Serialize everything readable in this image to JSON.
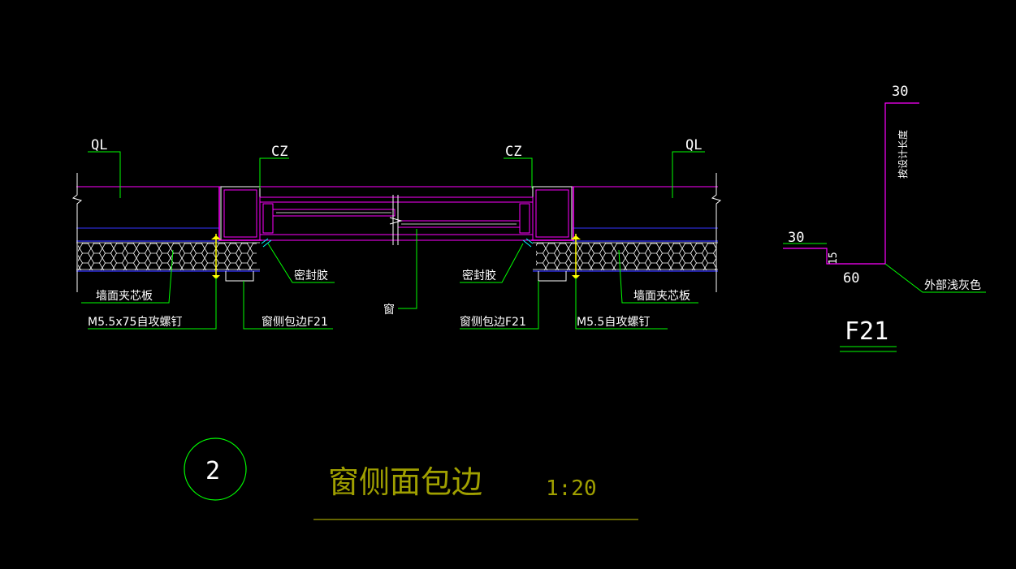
{
  "labels": {
    "ql_left": "QL",
    "ql_right": "QL",
    "cz_left": "CZ",
    "cz_right": "CZ",
    "wall_panel_left": "墙面夹芯板",
    "wall_panel_right": "墙面夹芯板",
    "screw_left": "M5.5x75自攻螺钉",
    "screw_right": "M5.5自攻螺钉",
    "sealant_left": "密封胶",
    "sealant_right": "密封胶",
    "flashing_left": "窗侧包边F21",
    "flashing_right": "窗侧包边F21",
    "window": "窗"
  },
  "detail": {
    "dim_top": "30",
    "dim_left": "30",
    "dim_15": "15",
    "dim_60": "60",
    "length_note": "按设计长度",
    "color_note": "外部浅灰色",
    "code": "F21"
  },
  "title": {
    "number": "2",
    "text": "窗侧面包边",
    "scale": "1:20"
  },
  "colors": {
    "white": "#ffffff",
    "green": "#00ff00",
    "magenta": "#ff00ff",
    "blue": "#3333ff",
    "yellow": "#ffff00",
    "olive": "#a0a000",
    "cyan": "#00ffff"
  }
}
